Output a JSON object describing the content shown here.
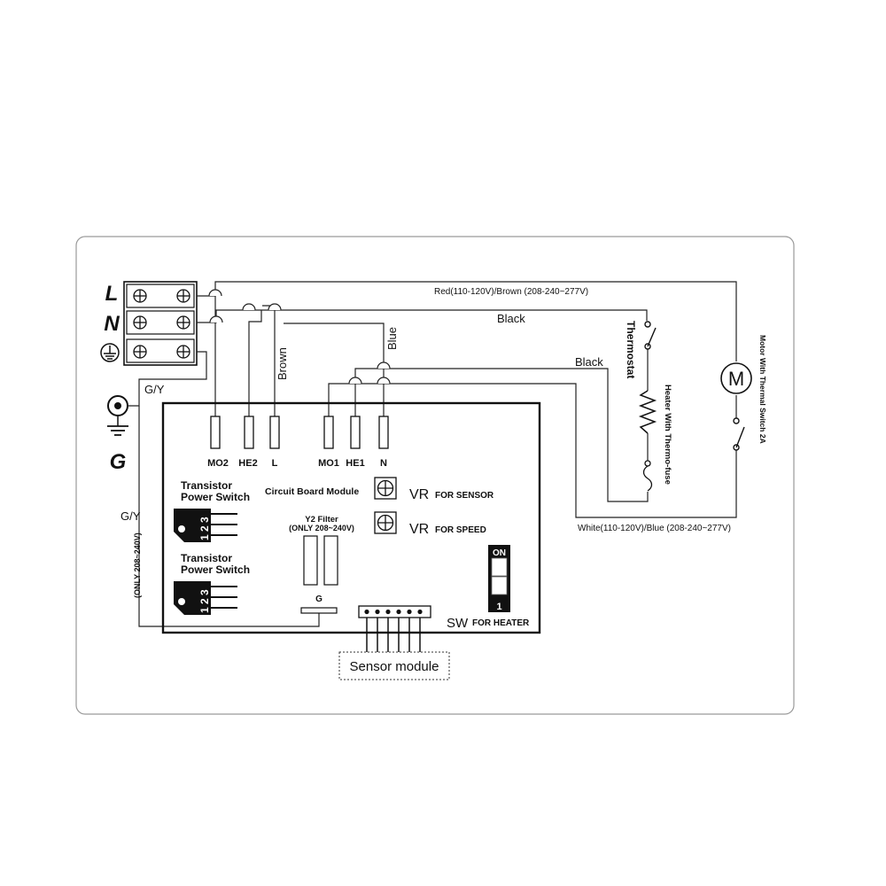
{
  "terminal_block": {
    "line_symbol": "L",
    "neutral_symbol": "N"
  },
  "ground_symbol": "G",
  "board": {
    "terminals": [
      "MO2",
      "HE2",
      "L",
      "MO1",
      "HE1",
      "N"
    ],
    "module_label": "Circuit Board Module",
    "transistor_1": {
      "line1": "Transistor",
      "line2": "Power Switch",
      "pins": "1 2 3"
    },
    "transistor_2": {
      "line1": "Transistor",
      "line2": "Power Switch",
      "pins": "1 2 3"
    },
    "y2_filter": {
      "line1": "Y2 Filter",
      "line2": "(ONLY 208~240V)"
    },
    "filter_ground": "G",
    "vr_sensor": {
      "prefix": "VR",
      "label": "FOR SENSOR"
    },
    "vr_speed": {
      "prefix": "VR",
      "label": "FOR SPEED"
    },
    "dip_switch": {
      "on": "ON",
      "pos": "1"
    },
    "sw_heater": {
      "prefix": "SW",
      "label": "FOR HEATER"
    }
  },
  "wires": {
    "gy_top": "G/Y",
    "gy_side": "G/Y",
    "only_note": "(ONLY 208~240V)",
    "brown": "Brown",
    "blue": "Blue",
    "red_brown": "Red(110-120V)/Brown (208-240~277V)",
    "black_1": "Black",
    "black_2": "Black",
    "white_blue": "White(110-120V)/Blue (208-240~277V)"
  },
  "components": {
    "thermostat": "Thermostat",
    "heater": "Heater With Thermo-fuse",
    "motor_symbol": "M",
    "motor_label": "Motor With Thermal Switch 2A"
  },
  "sensor_module": "Sensor module"
}
